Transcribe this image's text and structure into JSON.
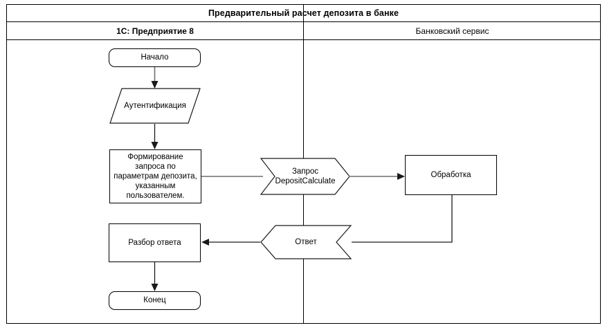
{
  "diagram": {
    "title": "Предварительный расчет депозита в банке",
    "lanes": [
      {
        "id": "lane-1c",
        "label": "1С: Предприятие 8"
      },
      {
        "id": "lane-bank",
        "label": "Банковский сервис"
      }
    ],
    "nodes": {
      "start": {
        "label": "Начало",
        "shape": "terminator",
        "lane": "lane-1c"
      },
      "auth": {
        "label": "Аутентификация",
        "shape": "parallelogram",
        "lane": "lane-1c"
      },
      "form_request": {
        "shape": "process",
        "lane": "lane-1c",
        "lines": [
          "Формирование",
          "запроса по",
          "параметрам депозита,",
          "указанным",
          "пользователем."
        ]
      },
      "request_msg": {
        "shape": "chevron-right",
        "lane": "boundary",
        "lines": [
          "Запрос",
          "DepositCalculate"
        ]
      },
      "processing": {
        "label": "Обработка",
        "shape": "process",
        "lane": "lane-bank"
      },
      "response_msg": {
        "label": "Ответ",
        "shape": "chevron-left",
        "lane": "boundary"
      },
      "parse_response": {
        "label": "Разбор ответа",
        "shape": "process",
        "lane": "lane-1c"
      },
      "end": {
        "label": "Конец",
        "shape": "terminator",
        "lane": "lane-1c"
      }
    },
    "edges": [
      {
        "from": "start",
        "to": "auth",
        "style": "arrow-down"
      },
      {
        "from": "auth",
        "to": "form_request",
        "style": "arrow-down"
      },
      {
        "from": "form_request",
        "to": "request_msg",
        "style": "line-right"
      },
      {
        "from": "request_msg",
        "to": "processing",
        "style": "arrow-right"
      },
      {
        "from": "processing",
        "to": "response_msg",
        "style": "elbow-down-left"
      },
      {
        "from": "response_msg",
        "to": "parse_response",
        "style": "arrow-left"
      },
      {
        "from": "parse_response",
        "to": "end",
        "style": "arrow-down"
      }
    ],
    "colors": {
      "stroke": "#1a1a1a",
      "connector_grey": "#6e6e6e",
      "frame": "#000000",
      "background": "#ffffff"
    }
  }
}
